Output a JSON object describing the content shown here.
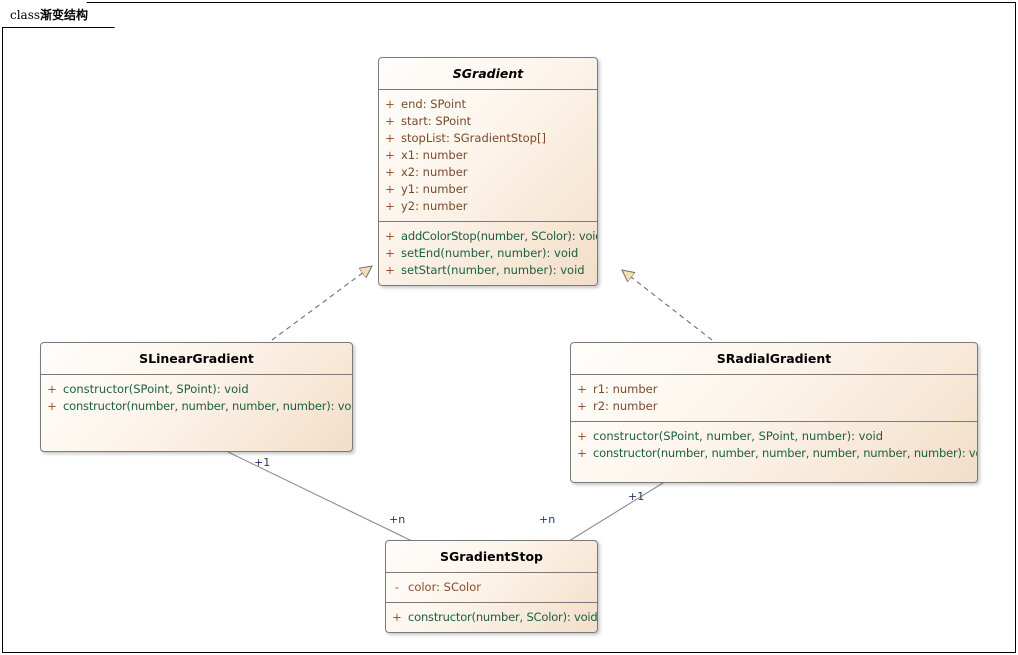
{
  "frame": {
    "keyword": "class",
    "name": "渐变结构"
  },
  "classes": [
    {
      "id": "sgradient",
      "name": "SGradient",
      "abstract": true,
      "attributes": [
        {
          "vis": "+",
          "text": "end: SPoint"
        },
        {
          "vis": "+",
          "text": "start: SPoint"
        },
        {
          "vis": "+",
          "text": "stopList: SGradientStop[]"
        },
        {
          "vis": "+",
          "text": "x1: number"
        },
        {
          "vis": "+",
          "text": "x2: number"
        },
        {
          "vis": "+",
          "text": "y1: number"
        },
        {
          "vis": "+",
          "text": "y2: number"
        }
      ],
      "methods": [
        {
          "vis": "+",
          "text": "addColorStop(number, SColor): void"
        },
        {
          "vis": "+",
          "text": "setEnd(number, number): void"
        },
        {
          "vis": "+",
          "text": "setStart(number, number): void"
        }
      ]
    },
    {
      "id": "slineargradient",
      "name": "SLinearGradient",
      "abstract": false,
      "attributes": [],
      "methods": [
        {
          "vis": "+",
          "text": "constructor(SPoint, SPoint): void"
        },
        {
          "vis": "+",
          "text": "constructor(number, number, number, number): void"
        }
      ]
    },
    {
      "id": "sradialgradient",
      "name": "SRadialGradient",
      "abstract": false,
      "attributes": [
        {
          "vis": "+",
          "text": "r1: number"
        },
        {
          "vis": "+",
          "text": "r2: number"
        }
      ],
      "methods": [
        {
          "vis": "+",
          "text": "constructor(SPoint, number, SPoint, number): void"
        },
        {
          "vis": "+",
          "text": "constructor(number, number, number, number, number, number): void"
        }
      ]
    },
    {
      "id": "sgradientstop",
      "name": "SGradientStop",
      "abstract": false,
      "attributes": [
        {
          "vis": "-",
          "text": "color: SColor"
        }
      ],
      "methods": [
        {
          "vis": "+",
          "text": "constructor(number, SColor): void"
        }
      ]
    }
  ],
  "edge_labels": {
    "linear_to_stop_source": "+1",
    "linear_to_stop_target": "+n",
    "radial_to_stop_target": "+n",
    "radial_to_stop_source": "+1"
  },
  "colors": {
    "box_fill_light": "#fffdfb",
    "box_fill_dark": "#f2ddc8",
    "box_border": "#7a7a7a",
    "attribute_text": "#7a4a2a",
    "method_text": "#1b5e43",
    "visibility_marker": "#a0522d",
    "arrow_fill": "#f5dfb8",
    "link_line": "#808080",
    "edge_label_text": "#1f3864",
    "frame_border": "#000000"
  }
}
